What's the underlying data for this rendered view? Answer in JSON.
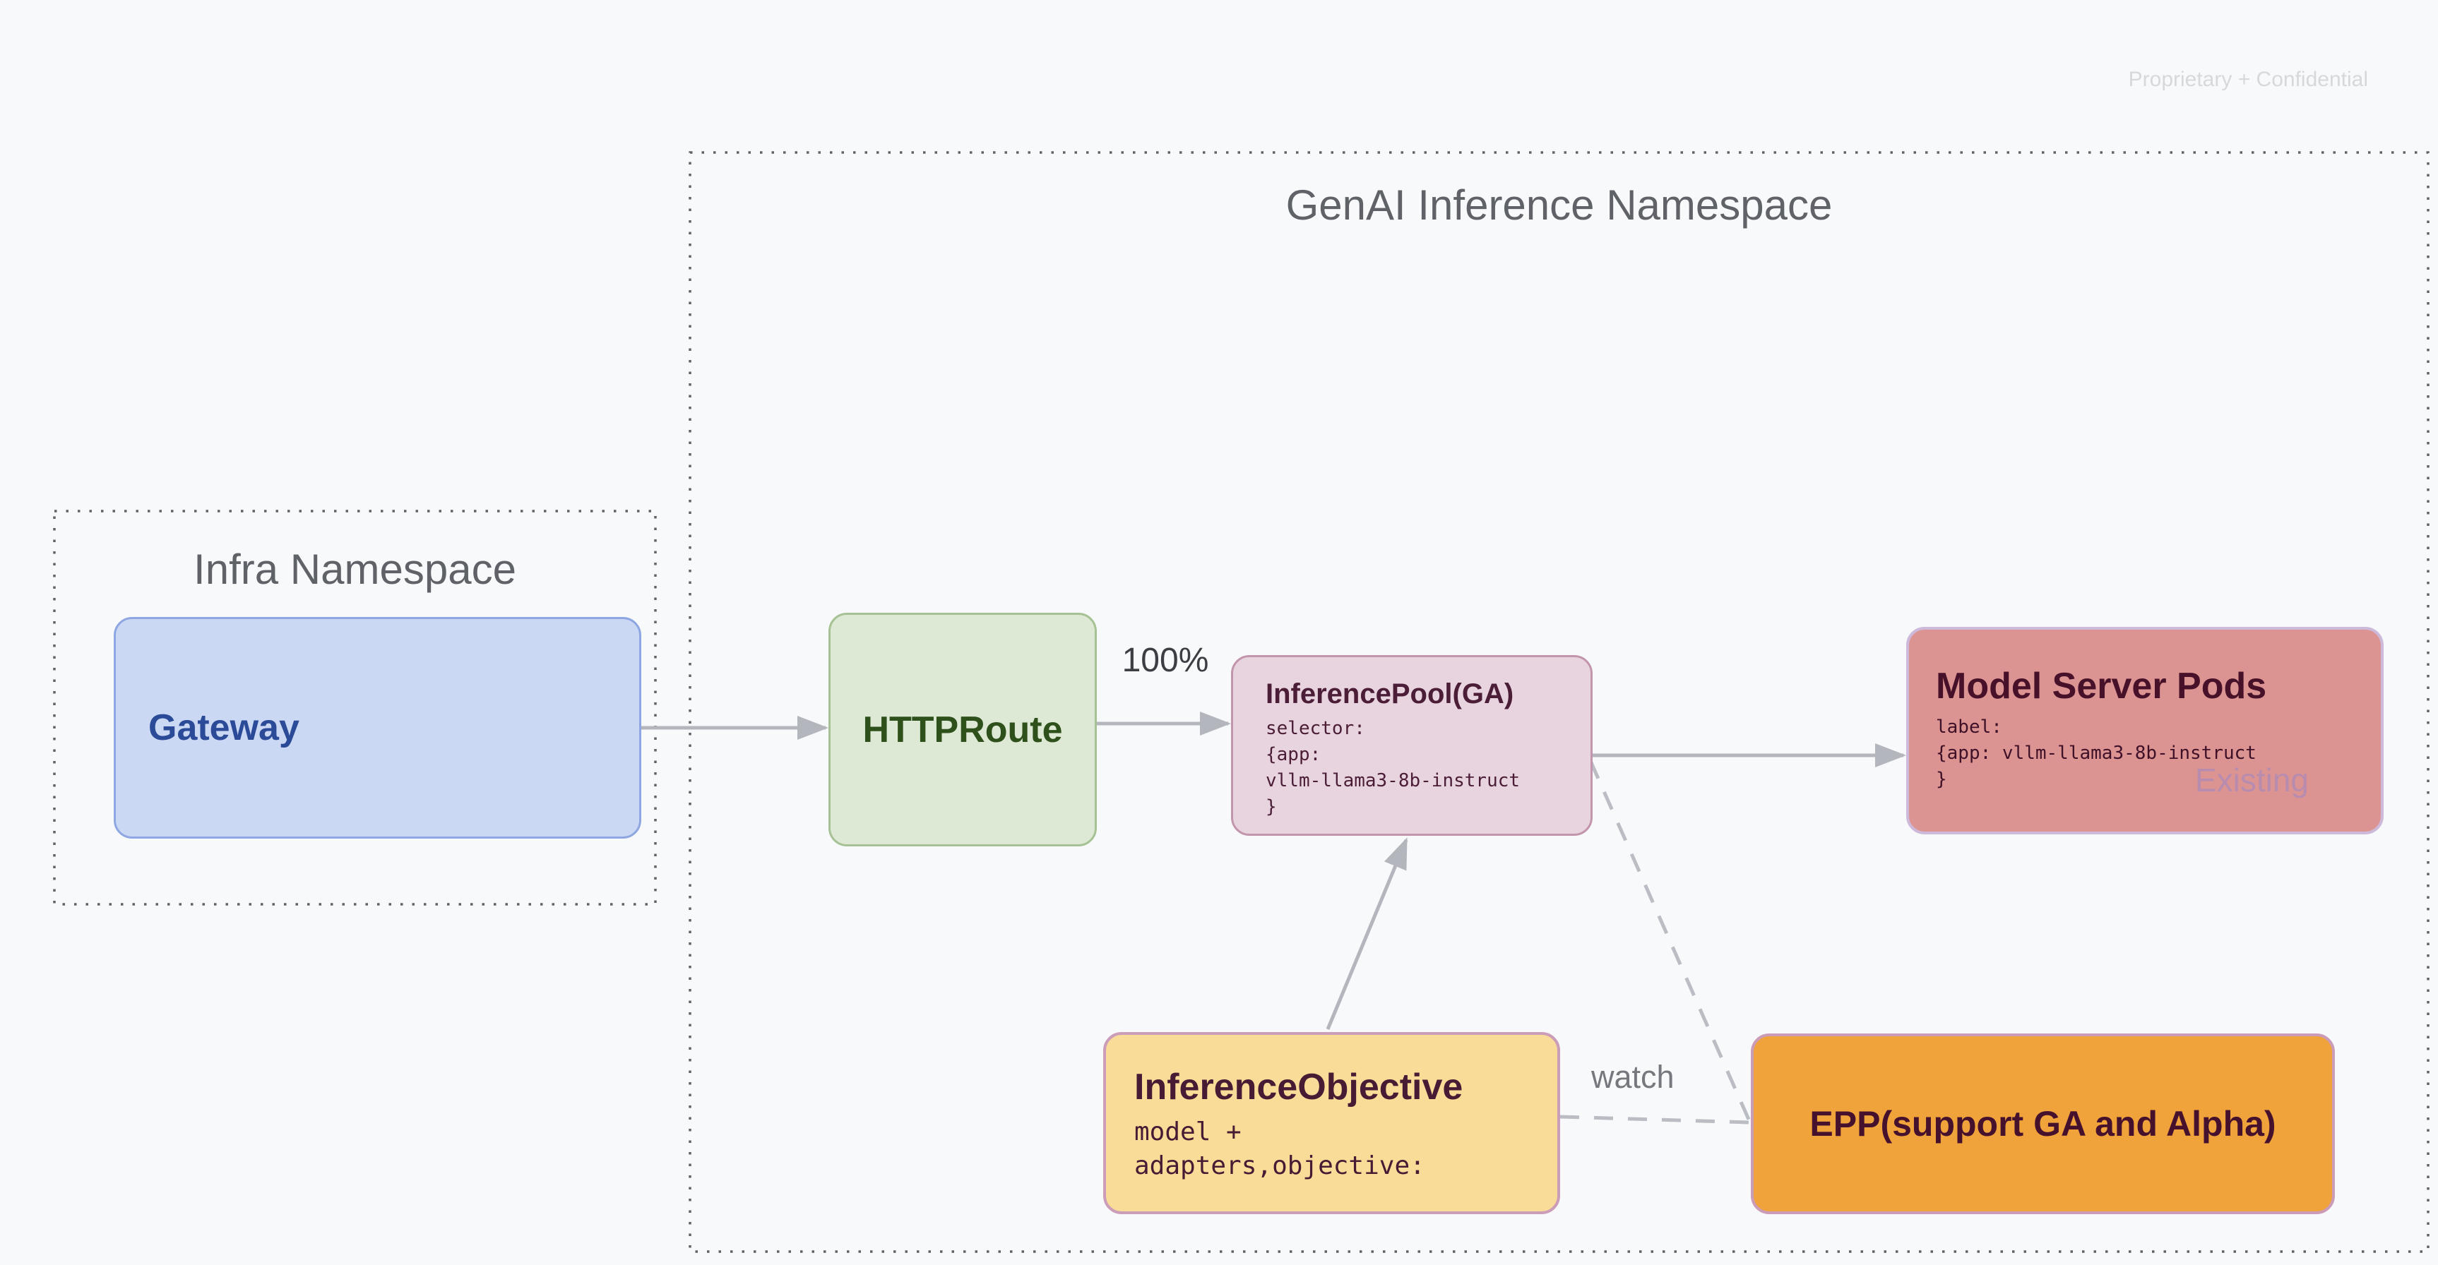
{
  "page": {
    "watermark": "Proprietary + Confidential"
  },
  "genai_namespace": {
    "title": "GenAI Inference Namespace"
  },
  "infra_namespace": {
    "title": "Infra Namespace"
  },
  "nodes": {
    "gateway": {
      "title": "Gateway"
    },
    "httproute": {
      "title": "HTTPRoute"
    },
    "inference_pool": {
      "title": "InferencePool(GA)",
      "code": [
        "selector:",
        "{app:",
        "vllm-llama3-8b-instruct",
        "}"
      ]
    },
    "model_server_pods": {
      "title": "Model Server Pods",
      "code": [
        "label:",
        "{app: vllm-llama3-8b-instruct",
        "}"
      ],
      "badge": "Existing"
    },
    "inference_objective": {
      "title": "InferenceObjective",
      "code": [
        "model +",
        "adapters,objective:"
      ]
    },
    "epp": {
      "title": "EPP(support GA and Alpha)"
    }
  },
  "edges": {
    "httproute_to_pool_label": "100%",
    "objective_to_epp_label": "watch"
  },
  "colors": {
    "background": "#f8f9fa",
    "namespace_border": "#5f6368",
    "namespace_title": "#5f6368",
    "watermark": "#d6d8da",
    "connector": "#b3b6bc",
    "dashed_connector": "#babdc3",
    "gateway_fill": "#cbd8f3",
    "gateway_border": "#8ea7e2",
    "gateway_text": "#2b4a97",
    "httproute_fill": "#dde9d5",
    "httproute_border": "#a6c294",
    "httproute_text": "#2e511c",
    "inference_pool_fill": "#e8d4df",
    "inference_pool_border": "#c295ad",
    "inference_pool_text": "#4b1d37",
    "model_pods_fill": "#dc9492",
    "model_pods_border": "#cdb9d9",
    "model_pods_text": "#471129",
    "existing_badge_text": "#b78cae",
    "objective_fill": "#f9dc98",
    "objective_border": "#cc9db9",
    "objective_text": "#471b34",
    "epp_fill": "#f0a23b",
    "epp_border": "#cb9cb8",
    "epp_text": "#45112c"
  }
}
